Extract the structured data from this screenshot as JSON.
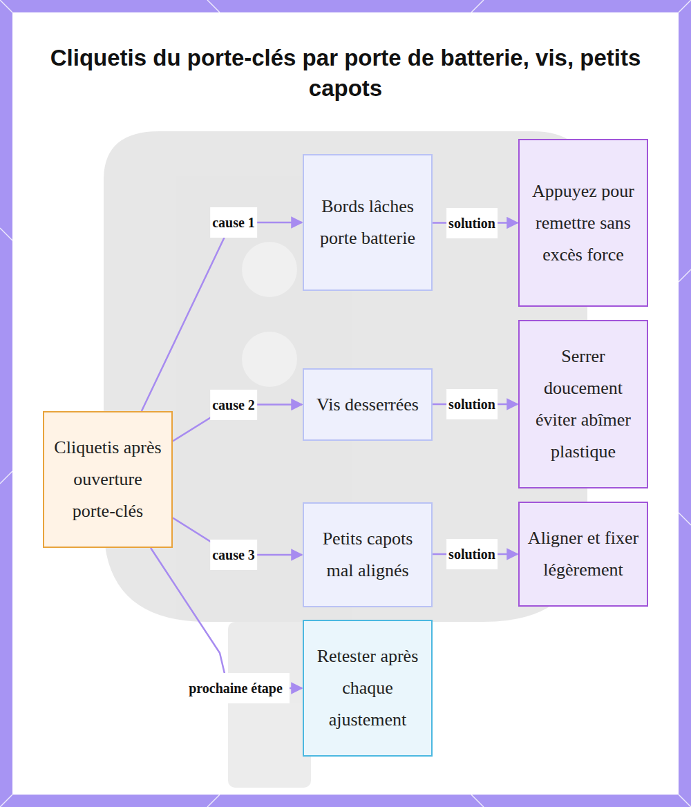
{
  "diagram": {
    "title": "Cliquetis du porte-clés par porte de batterie, vis, petits capots",
    "nodes": [
      {
        "text": [
          "Cliquetis après ouverture porte-clés"
        ]
      },
      {
        "text": [
          "Bords lâches porte batterie"
        ]
      },
      {
        "text": [
          "Vis desserrées"
        ]
      },
      {
        "text": [
          "Petits capots mal alignés"
        ]
      },
      {
        "text": [
          "Retester après chaque ajustement"
        ]
      },
      {
        "text": [
          "Appuyez pour remettre sans excès force"
        ]
      },
      {
        "text": [
          "Serrer doucement éviter abîmer plastique"
        ]
      },
      {
        "text": [
          "Aligner et fixer légèrement"
        ]
      }
    ],
    "edges": [
      {
        "from": 0,
        "to": 1,
        "label": "cause 1",
        "arrow": "to"
      },
      {
        "from": 0,
        "to": 2,
        "label": "cause 2",
        "arrow": "to"
      },
      {
        "from": 0,
        "to": 3,
        "label": "cause 3",
        "arrow": "to"
      },
      {
        "from": 0,
        "to": 4,
        "label": "prochaine étape",
        "arrow": "to"
      },
      {
        "from": 1,
        "to": 5,
        "label": "solution",
        "arrow": "to"
      },
      {
        "from": 2,
        "to": 6,
        "label": "solution",
        "arrow": "to"
      },
      {
        "from": 3,
        "to": 7,
        "label": "solution",
        "arrow": "to"
      }
    ]
  }
}
